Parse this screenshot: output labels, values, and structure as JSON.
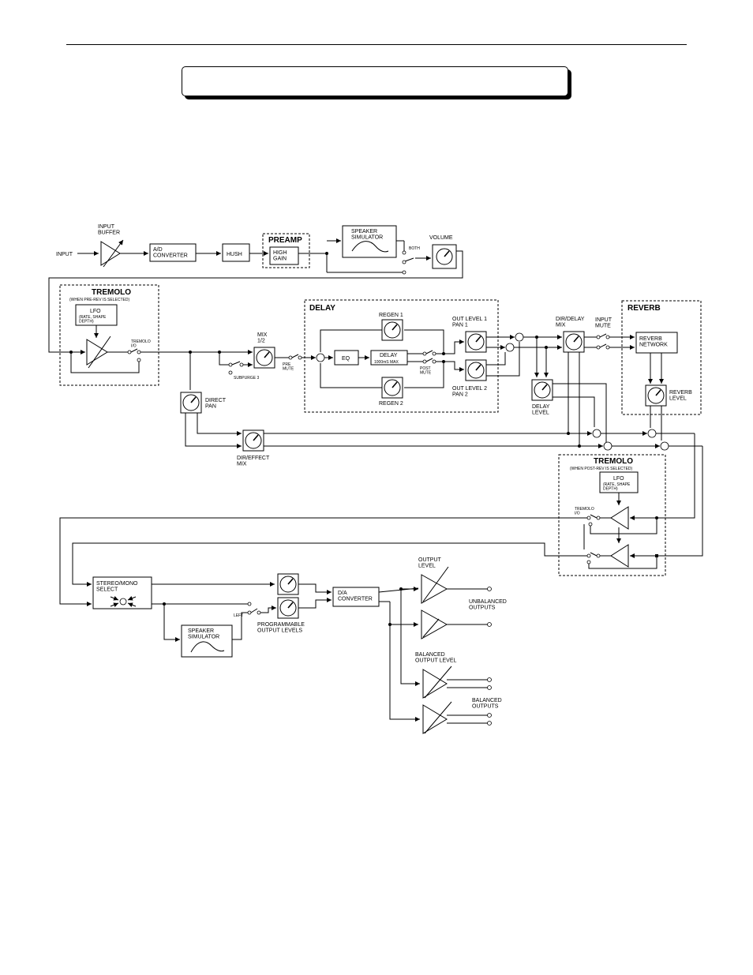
{
  "labels": {
    "input": "INPUT",
    "input_buffer": "INPUT\nBUFFER",
    "ad_converter": "A/D\nCONVERTER",
    "hush": "HUSH",
    "preamp": "PREAMP",
    "high_gain": "HIGH\nGAIN",
    "speaker_sim_top": "SPEAKER\nSIMULATOR",
    "both": "BOTH",
    "volume": "VOLUME",
    "tremolo_pre": "TREMOLO",
    "tremolo_pre_note": "(WHEN PRE-REV IS SELECTED)",
    "lfo": "LFO",
    "lfo_note": "(RATE, SHAPE\nDEPTH)",
    "tremolo_io": "TREMOLO\nI/O",
    "mix_12": "MIX\n1/2",
    "pre_mute": "PRE\nMUTE",
    "subpurge": "SUBPURGE 3",
    "delay": "DELAY",
    "regen1": "REGEN 1",
    "regen2": "REGEN 2",
    "eq": "EQ",
    "delay_block": "DELAY",
    "delay_max": "1000mS MAX",
    "post_mute": "POST\nMUTE",
    "out_level1": "OUT LEVEL 1\nPAN 1",
    "out_level2": "OUT LEVEL 2\nPAN 2",
    "dir_delay_mix": "DIR/DELAY\nMIX",
    "input_mute": "INPUT\nMUTE",
    "reverb": "REVERB",
    "reverb_network": "REVERB\nNETWORK",
    "reverb_level": "REVERB\nLEVEL",
    "delay_level": "DELAY\nLEVEL",
    "direct_pan": "DIRECT\nPAN",
    "dir_effect_mix": "DIR/EFFECT\nMIX",
    "tremolo_post": "TREMOLO",
    "tremolo_post_note": "(WHEN POST-REV IS SELECTED)",
    "lfo_post": "LFO",
    "lfo_post_note": "(RATE, SHAPE\nDEPTH)",
    "tremolo_io_post": "TREMOLO\nI/O",
    "stereo_mono": "STEREO/MONO\nSELECT",
    "left": "LEFT",
    "speaker_sim_bottom": "SPEAKER\nSIMULATOR",
    "prog_output_levels": "PROGRAMMABLE\nOUTPUT LEVELS",
    "da_converter": "D/A\nCONVERTER",
    "output_level": "OUTPUT\nLEVEL",
    "unbalanced_outputs": "UNBALANCED\nOUTPUTS",
    "balanced_output_level": "BALANCED\nOUTPUT LEVEL",
    "balanced_outputs": "BALANCED\nOUTPUTS"
  }
}
